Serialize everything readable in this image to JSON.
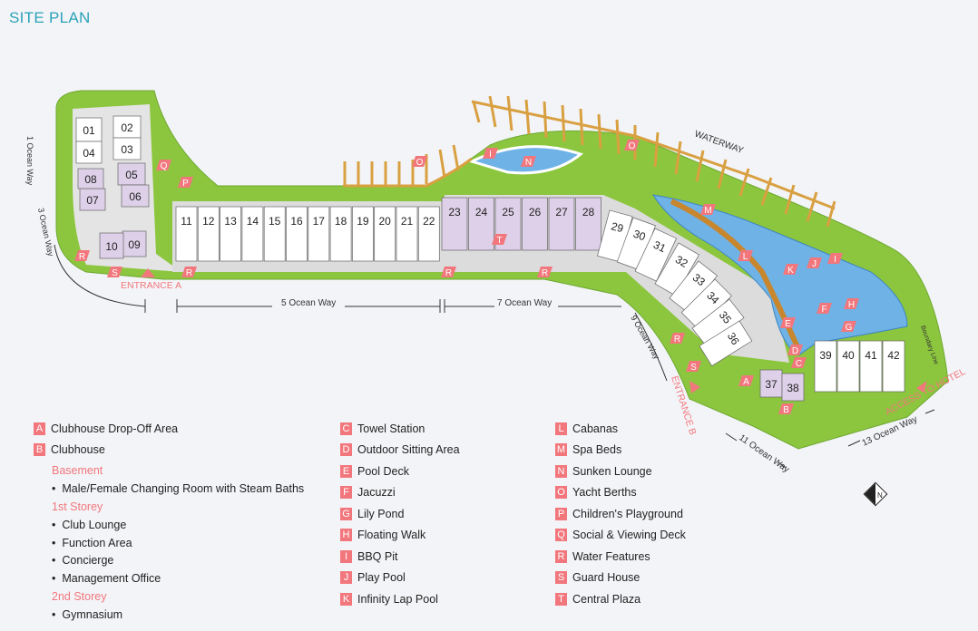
{
  "title": "SITE PLAN",
  "colors": {
    "accent": "#2aa2b8",
    "marker": "#f2777d",
    "green": "#8cc63e",
    "water": "#6fb2e6",
    "lilac": "#ddd0e8"
  },
  "plan": {
    "blocks": [
      "01",
      "02",
      "03",
      "04",
      "05",
      "06",
      "07",
      "08",
      "09",
      "10",
      "11",
      "12",
      "13",
      "14",
      "15",
      "16",
      "17",
      "18",
      "19",
      "20",
      "21",
      "22",
      "23",
      "24",
      "25",
      "26",
      "27",
      "28",
      "29",
      "30",
      "31",
      "32",
      "33",
      "34",
      "35",
      "36",
      "37",
      "38",
      "39",
      "40",
      "41",
      "42"
    ],
    "markers": [
      "Q",
      "P",
      "R",
      "S",
      "R",
      "R",
      "R",
      "O",
      "I",
      "N",
      "O",
      "T",
      "M",
      "L",
      "K",
      "J",
      "I",
      "H",
      "F",
      "G",
      "E",
      "D",
      "C",
      "R",
      "S",
      "A",
      "B"
    ],
    "labels": {
      "waterway": "WATERWAY",
      "entrance_a": "ENTRANCE A",
      "entrance_b": "ENTRANCE B",
      "access_hotel": "ACCESS TO HOTEL",
      "boundary": "Boundary Line",
      "road1": "1 Ocean Way",
      "road3": "3 Ocean Way",
      "road5": "5 Ocean Way",
      "road7": "7 Ocean Way",
      "road9": "9 Ocean Way",
      "road11": "11 Ocean Way",
      "road13": "13 Ocean Way",
      "north": "N"
    }
  },
  "legend": {
    "col1": {
      "A": {
        "code": "A",
        "label": "Clubhouse Drop-Off Area"
      },
      "B": {
        "code": "B",
        "label": "Clubhouse"
      },
      "basement": "Basement",
      "basement_items": [
        "Male/Female Changing Room with Steam Baths"
      ],
      "first": "1st Storey",
      "first_items": [
        "Club Lounge",
        "Function Area",
        "Concierge",
        "Management Office"
      ],
      "second": "2nd Storey",
      "second_items": [
        "Gymnasium"
      ]
    },
    "col2": [
      {
        "code": "C",
        "label": "Towel Station"
      },
      {
        "code": "D",
        "label": "Outdoor Sitting Area"
      },
      {
        "code": "E",
        "label": "Pool Deck"
      },
      {
        "code": "F",
        "label": "Jacuzzi"
      },
      {
        "code": "G",
        "label": "Lily Pond"
      },
      {
        "code": "H",
        "label": "Floating Walk"
      },
      {
        "code": "I",
        "label": "BBQ Pit"
      },
      {
        "code": "J",
        "label": "Play Pool"
      },
      {
        "code": "K",
        "label": "Infinity Lap Pool"
      }
    ],
    "col3": [
      {
        "code": "L",
        "label": "Cabanas"
      },
      {
        "code": "M",
        "label": "Spa Beds"
      },
      {
        "code": "N",
        "label": "Sunken Lounge"
      },
      {
        "code": "O",
        "label": "Yacht Berths"
      },
      {
        "code": "P",
        "label": "Children's Playground"
      },
      {
        "code": "Q",
        "label": "Social & Viewing Deck"
      },
      {
        "code": "R",
        "label": "Water Features"
      },
      {
        "code": "S",
        "label": "Guard House"
      },
      {
        "code": "T",
        "label": "Central Plaza"
      }
    ]
  }
}
